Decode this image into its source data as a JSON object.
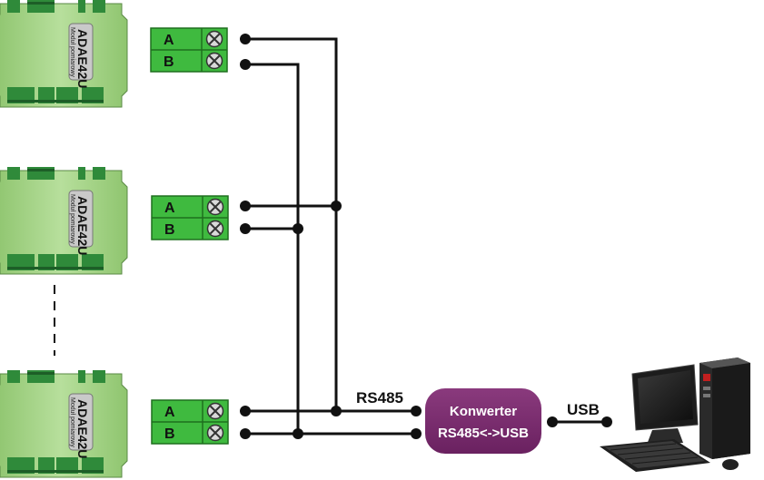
{
  "modules": [
    {
      "model": "ADAE42U",
      "small_label": "Moduł pomiarowy"
    },
    {
      "model": "ADAE42U",
      "small_label": "Moduł pomiarowy"
    },
    {
      "model": "ADAE42U",
      "small_label": "Moduł pomiarowy"
    }
  ],
  "terminals": {
    "a_label": "A",
    "b_label": "B"
  },
  "bus_label": "RS485",
  "converter": {
    "line1": "Konwerter",
    "line2": "RS485<->USB"
  },
  "usb_label": "USB",
  "colors": {
    "module_green": "#a8d68c",
    "terminal_green": "#3fba3f",
    "converter_purple": "#7b2a6e",
    "wire": "#111111"
  }
}
